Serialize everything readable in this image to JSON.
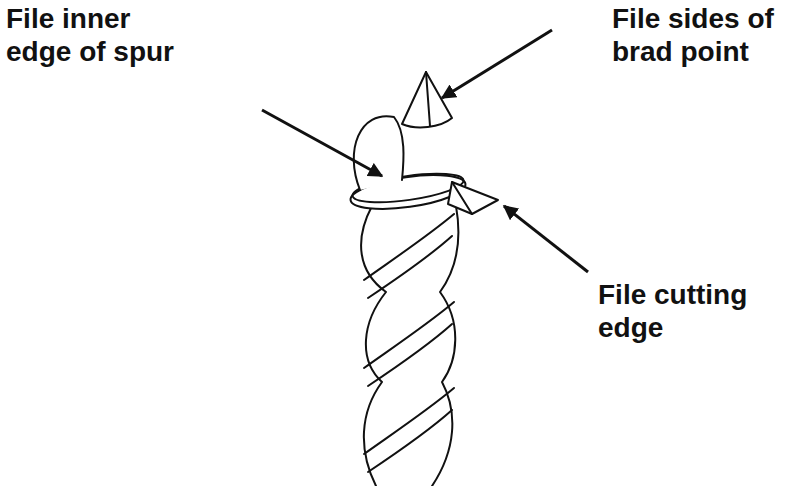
{
  "diagram": {
    "labels": [
      "File inner edge of spur",
      "File sides of brad point",
      "File cutting edge"
    ]
  }
}
